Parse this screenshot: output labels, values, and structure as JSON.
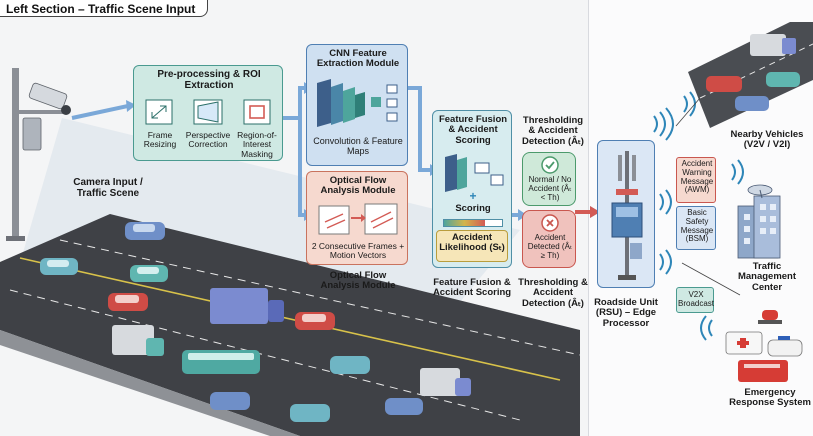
{
  "section_title": "Left Section – Traffic Scene Input",
  "camera_label": "Camera Input / Traffic Scene",
  "preprocessing": {
    "title": "Pre-processing & ROI Extraction",
    "items": [
      "Frame Resizing",
      "Perspective Correction",
      "Region-of-Interest Masking"
    ]
  },
  "cnn": {
    "title": "CNN Feature Extraction Module",
    "caption": "Convolution & Feature Maps"
  },
  "optical_flow": {
    "title": "Optical Flow Analysis Module",
    "caption": "2 Consecutive Frames + Motion Vectors",
    "below_label": "Optical Flow Analysis Module"
  },
  "fusion": {
    "title": "Feature Fusion & Accident Scoring",
    "plus": "+",
    "scoring": "Scoring",
    "likelihood": "Accident Likelihood (Sₜ)",
    "below_label": "Feature Fusion & Accident Scoring"
  },
  "threshold": {
    "title": "Thresholding & Accident Detection (Âₜ)",
    "normal": "Normal / No Accident (Âₜ < Th)",
    "detected": "Accident Detected (Âₜ ≥ Th)",
    "below_label": "Thresholding & Accident Detection (Âₜ)"
  },
  "rsu": {
    "label": "Roadside Unit (RSU) – Edge Processor"
  },
  "messages": {
    "awm": "Accident Warning Message (AWM)",
    "bsm": "Basic Safety Message (BSM)",
    "v2x": "V2X Broadcast"
  },
  "targets": {
    "vehicles": "Nearby Vehicles (V2V / V2I)",
    "tmc": "Traffic Management Center",
    "ers": "Emergency Response System"
  },
  "icons": [
    "camera-icon",
    "resize-icon",
    "perspective-icon",
    "roi-mask-icon",
    "cnn-layers-icon",
    "flow-frames-icon",
    "check-icon",
    "cross-icon",
    "rsu-tower-icon",
    "building-icon",
    "ambulance-icon",
    "fire-truck-icon",
    "police-car-icon"
  ],
  "colors": {
    "preprocessing": "#cfe9e3",
    "cnn": "#cfe0f1",
    "optical_flow": "#f6d9cf",
    "fusion": "#d7ecef",
    "threshold": "#cfe9d9",
    "alert": "#f0c2bd",
    "rsu": "#dbe7f5",
    "road": "#3f4146"
  }
}
